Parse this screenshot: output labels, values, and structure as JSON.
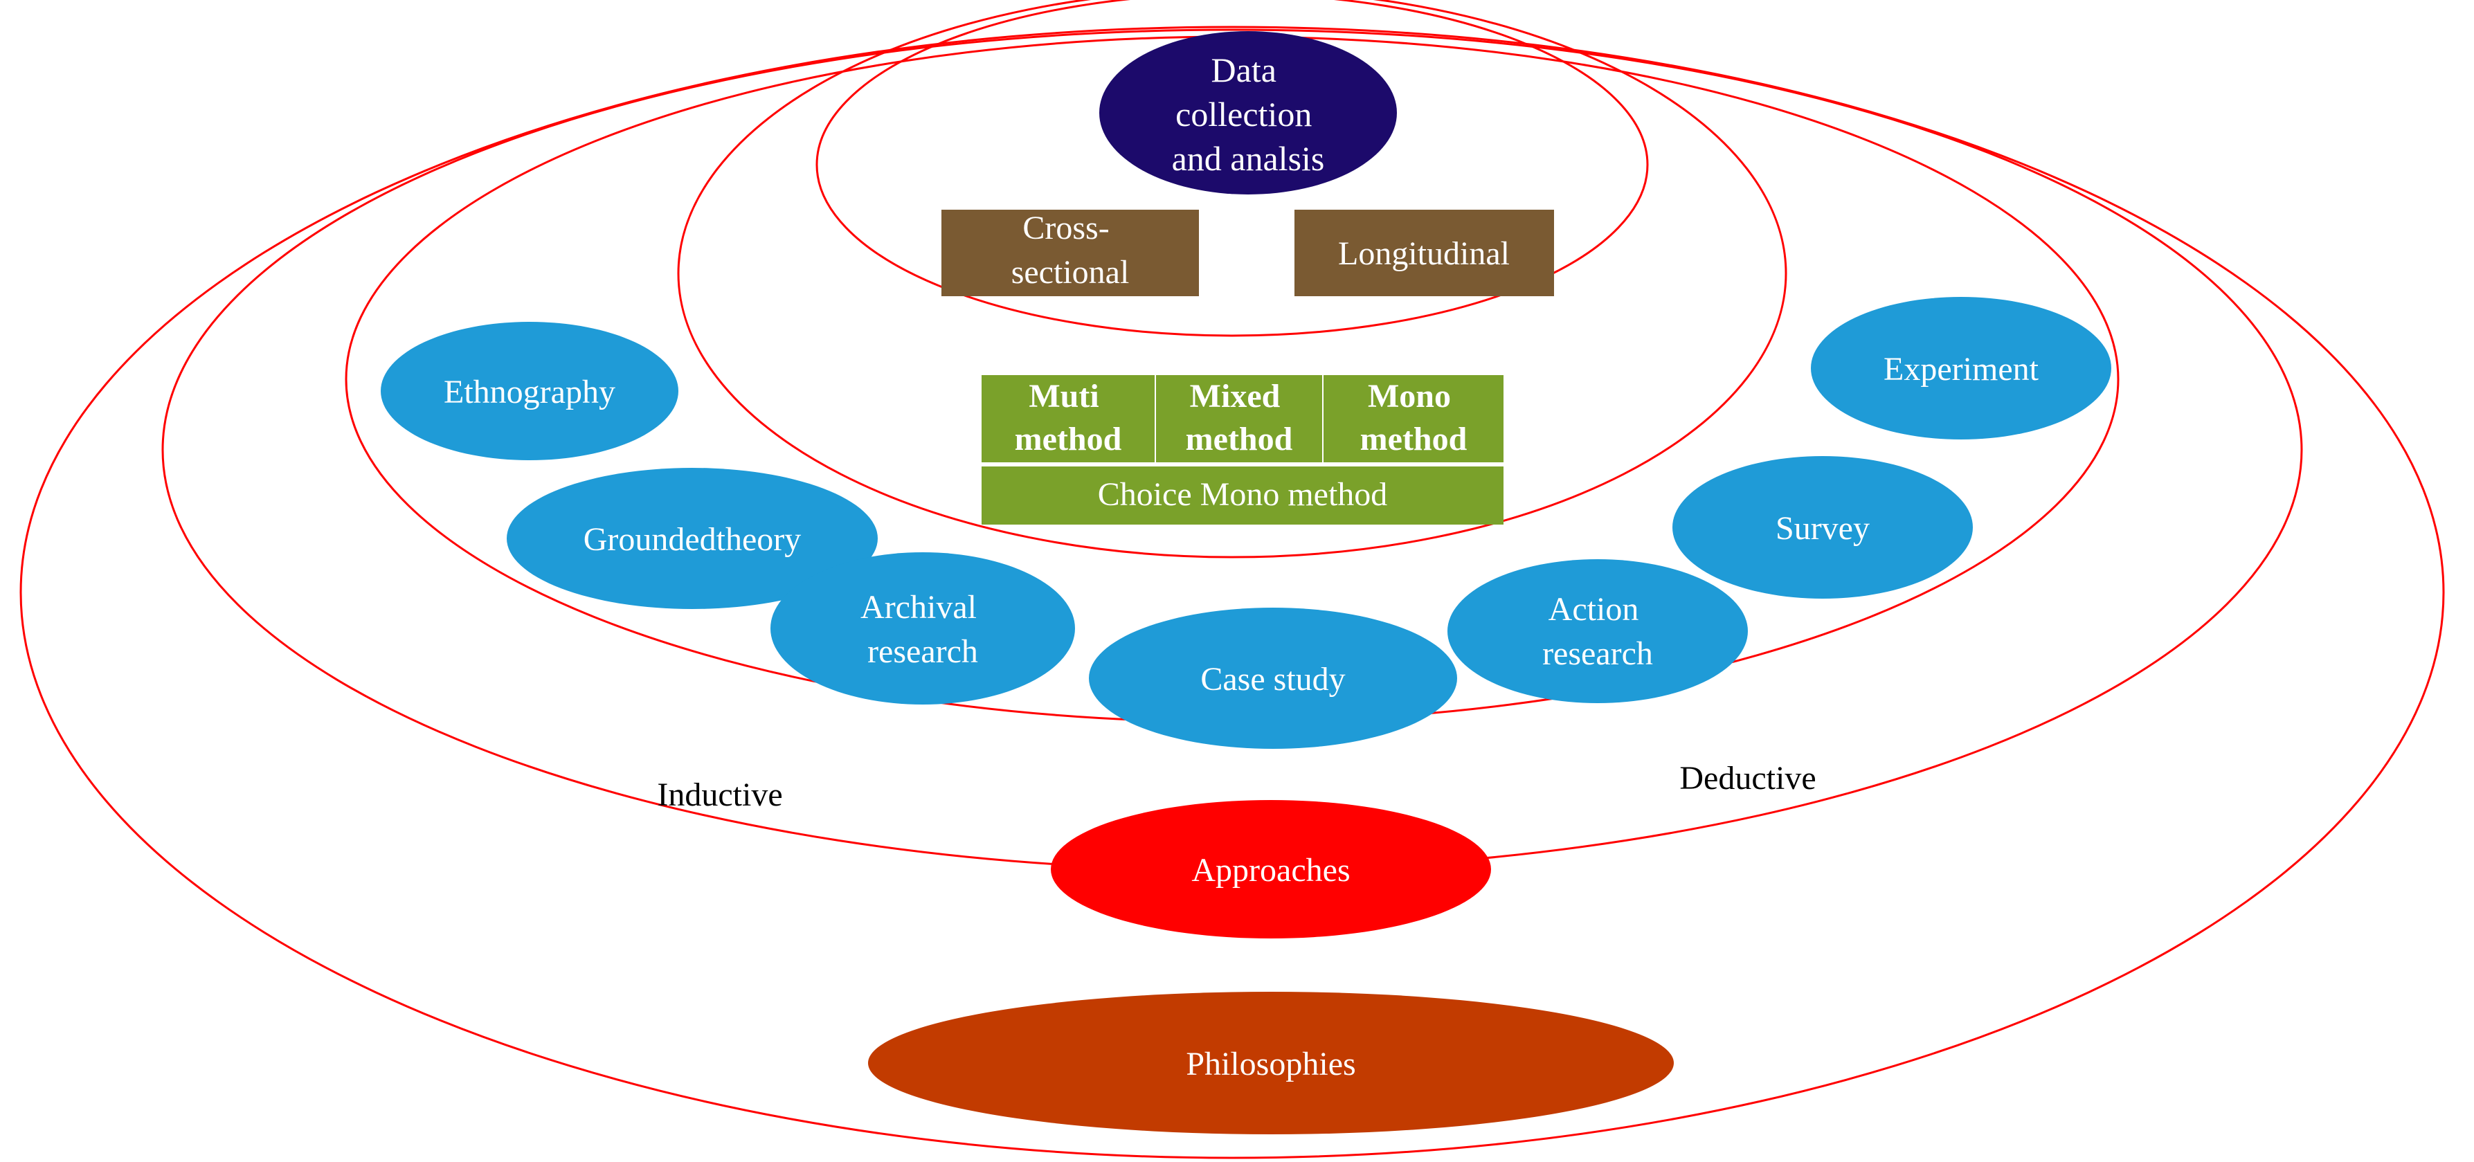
{
  "colors": {
    "ring_stroke": "#ff0000",
    "blue_node": "#1f9bd7",
    "data_node": "#1c0a6b",
    "brown_box": "#7a5a32",
    "green_box": "#7aa12a",
    "approaches_node": "#ff0000",
    "philosophies_node": "#c23b00"
  },
  "data_collection": {
    "lines": [
      "Data",
      "collection",
      "and analsis"
    ]
  },
  "time_horizons": {
    "cross_sectional": [
      "Cross-",
      "sectional"
    ],
    "longitudinal": "Longitudinal"
  },
  "choices": {
    "muti": [
      "Muti",
      "method"
    ],
    "mixed": [
      "Mixed",
      "method"
    ],
    "mono": [
      "Mono",
      "method"
    ],
    "banner": "Choice Mono method"
  },
  "strategies": {
    "ethnography": [
      "Ethnography"
    ],
    "grounded_theory": [
      "Groundedtheory"
    ],
    "archival_research": [
      "Archival",
      "research"
    ],
    "case_study": [
      "Case study"
    ],
    "action_research": [
      "Action",
      "research"
    ],
    "survey": [
      "Survey"
    ],
    "experiment": [
      "Experiment"
    ]
  },
  "approaches": {
    "inductive": "Inductive",
    "deductive": "Deductive",
    "label": "Approaches"
  },
  "philosophies": {
    "label": "Philosophies"
  }
}
